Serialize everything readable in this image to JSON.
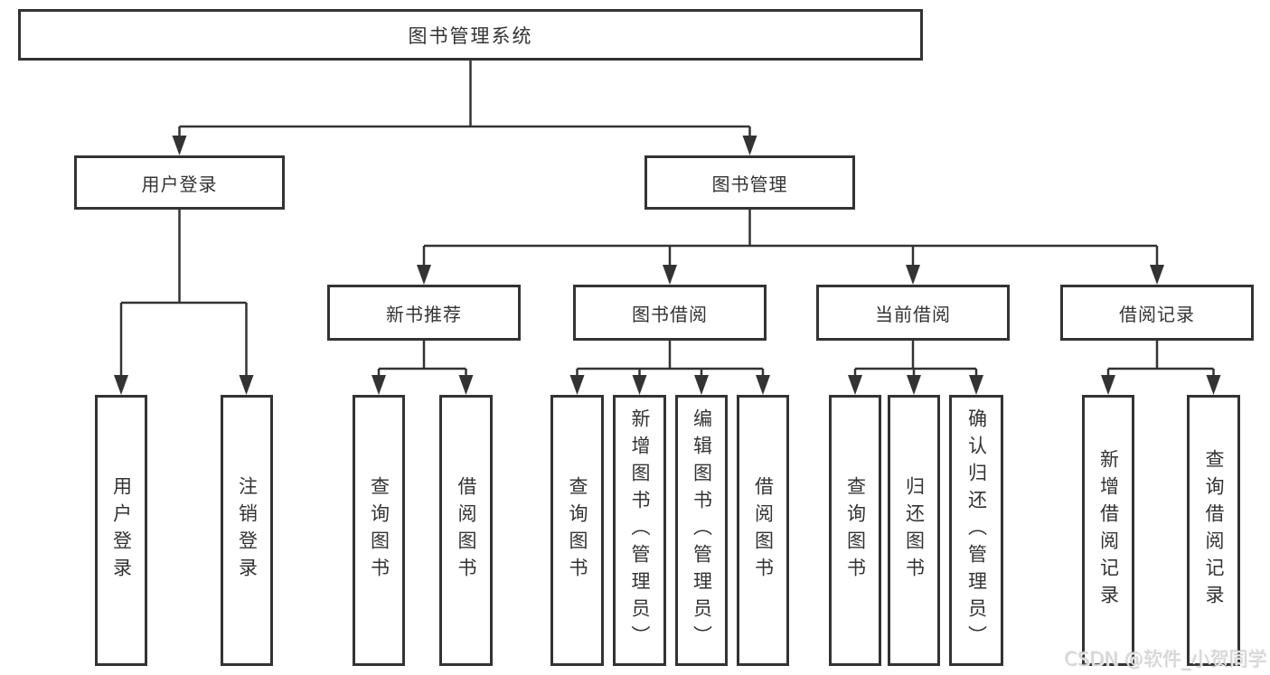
{
  "diagram": {
    "root": {
      "label": "图书管理系统"
    },
    "level2": [
      {
        "label": "用户登录",
        "parent": "图书管理系统"
      },
      {
        "label": "图书管理",
        "parent": "图书管理系统"
      }
    ],
    "level3": [
      {
        "label": "新书推荐",
        "parent": "图书管理"
      },
      {
        "label": "图书借阅",
        "parent": "图书管理"
      },
      {
        "label": "当前借阅",
        "parent": "图书管理"
      },
      {
        "label": "借阅记录",
        "parent": "图书管理"
      }
    ],
    "leaves": [
      {
        "label": "用户登录",
        "parent": "用户登录"
      },
      {
        "label": "注销登录",
        "parent": "用户登录"
      },
      {
        "label": "查询图书",
        "parent": "新书推荐"
      },
      {
        "label": "借阅图书",
        "parent": "新书推荐"
      },
      {
        "label": "查询图书",
        "parent": "图书借阅"
      },
      {
        "label": "新增图书（管理员）",
        "parent": "图书借阅"
      },
      {
        "label": "编辑图书（管理员）",
        "parent": "图书借阅"
      },
      {
        "label": "借阅图书",
        "parent": "图书借阅"
      },
      {
        "label": "查询图书",
        "parent": "当前借阅"
      },
      {
        "label": "归还图书",
        "parent": "当前借阅"
      },
      {
        "label": "确认归还（管理员）",
        "parent": "当前借阅"
      },
      {
        "label": "新增借阅记录",
        "parent": "借阅记录"
      },
      {
        "label": "查询借阅记录",
        "parent": "借阅记录"
      }
    ]
  },
  "watermark": "CSDN @软件_小贺同学",
  "colors": {
    "line": "#333333",
    "text": "#333333",
    "background": "#ffffff",
    "watermark": "#d6d6d6"
  }
}
